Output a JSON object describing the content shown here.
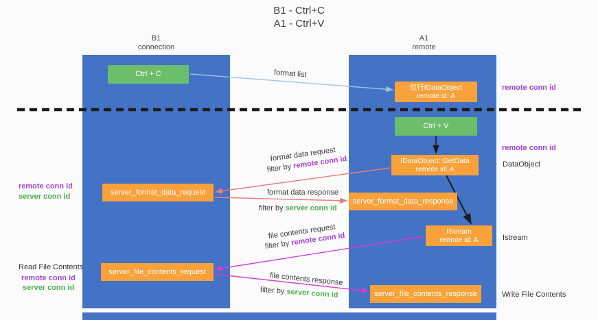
{
  "title": {
    "line1": "B1 - Ctrl+C",
    "line2": "A1 - Ctrl+V"
  },
  "lanes": {
    "left": {
      "name": "B1",
      "role": "connection"
    },
    "right": {
      "name": "A1",
      "role": "remote"
    }
  },
  "nodes": {
    "ctrl_c": {
      "label": "Ctrl + C"
    },
    "ctrl_v": {
      "label": "Ctrl + V"
    },
    "idataobject": {
      "line1": "仅行IDataObject",
      "line2": "remote id: A"
    },
    "getdata": {
      "line1": "IDataObject::GetData",
      "line2": "remote id: A"
    },
    "istream": {
      "line1": "IStream",
      "line2": "remote id: A"
    },
    "format_request": {
      "label": "server_format_data_request"
    },
    "format_response": {
      "label": "server_format_data_response"
    },
    "file_request": {
      "label": "server_file_contents_request"
    },
    "file_response": {
      "label": "server_file_contents_response"
    }
  },
  "annotations": {
    "remote_conn_id": "remote conn id",
    "server_conn_id": "server conn id",
    "dataobject": "DataObject",
    "istream": "Istream",
    "read_file_contents": "Read File Contents",
    "write_file_contents": "Write File Contents"
  },
  "arrows": {
    "format_list": "format list",
    "format_data_request": "format data request",
    "format_data_response": "format data response",
    "file_contents_request": "file contents request",
    "file_contents_response": "file contents response",
    "filter_by": "filter by"
  },
  "colors": {
    "lane_blue": "#4472c4",
    "node_orange": "#f9a13a",
    "node_green": "#6cbe6c",
    "arrow_light_blue": "#9dc3e6",
    "arrow_red": "#e97b7b",
    "arrow_magenta": "#d23ed2",
    "arrow_black": "#1c1c1c",
    "label_purple": "#a243d6",
    "label_green": "#4caf50"
  }
}
